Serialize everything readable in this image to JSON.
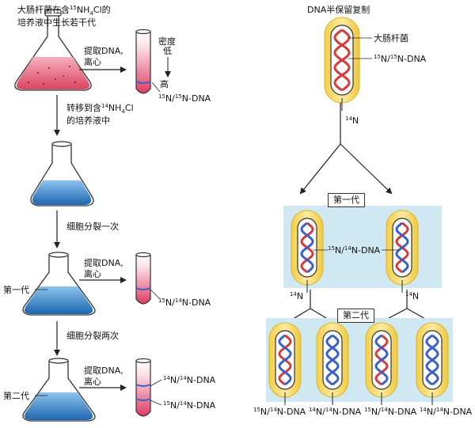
{
  "left": {
    "step1_caption_line1_pre": "大肠杆菌在含",
    "step1_caption_iso": "15",
    "step1_caption_line1_post": "NH",
    "step1_caption_sub": "4",
    "step1_caption_line1_end": "Cl的",
    "step1_caption_line2": "培养液中生长若干代",
    "extract_line1": "提取DNA,",
    "extract_line2": "离心",
    "density_label_1": "密度",
    "density_label_2": "低",
    "density_high": "高",
    "tube1_band_iso1": "15",
    "tube1_band_iso2": "15",
    "tube1_band_text": "N/",
    "tube1_band_text2": "N-DNA",
    "transfer_line1_pre": "转移到含",
    "transfer_iso": "14",
    "transfer_line1_post": "NH",
    "transfer_sub": "4",
    "transfer_line1_end": "Cl",
    "transfer_line2": "的培养液中",
    "divide_once": "细胞分裂一次",
    "divide_twice": "细胞分裂两次",
    "gen1_label": "第一代",
    "gen2_label": "第二代",
    "tube2_iso1": "15",
    "tube2_iso2": "14",
    "tube3_upper_iso1": "14",
    "tube3_upper_iso2": "14",
    "tube3_lower_iso1": "15",
    "tube3_lower_iso2": "14"
  },
  "right": {
    "title": "DNA半保留复制",
    "ecoli_label": "大肠杆菌",
    "parent_iso1": "15",
    "parent_iso2": "15",
    "medium_iso": "14",
    "medium_el": "N",
    "gen1_box": "第一代",
    "gen1_iso1": "15",
    "gen1_iso2": "14",
    "gen2_box": "第二代",
    "gen2_labels": [
      {
        "iso1": "15",
        "iso2": "14"
      },
      {
        "iso1": "14",
        "iso2": "14"
      },
      {
        "iso1": "15",
        "iso2": "14"
      },
      {
        "iso1": "14",
        "iso2": "14"
      }
    ]
  },
  "colors": {
    "heavy_strand": "#d63a3a",
    "light_strand": "#3a5fc8",
    "capsule_yellow": "#f4d65a",
    "panel_blue": "#cfe8f2",
    "flask_pink": "#e8607e",
    "flask_blue": "#2f7fc4"
  }
}
